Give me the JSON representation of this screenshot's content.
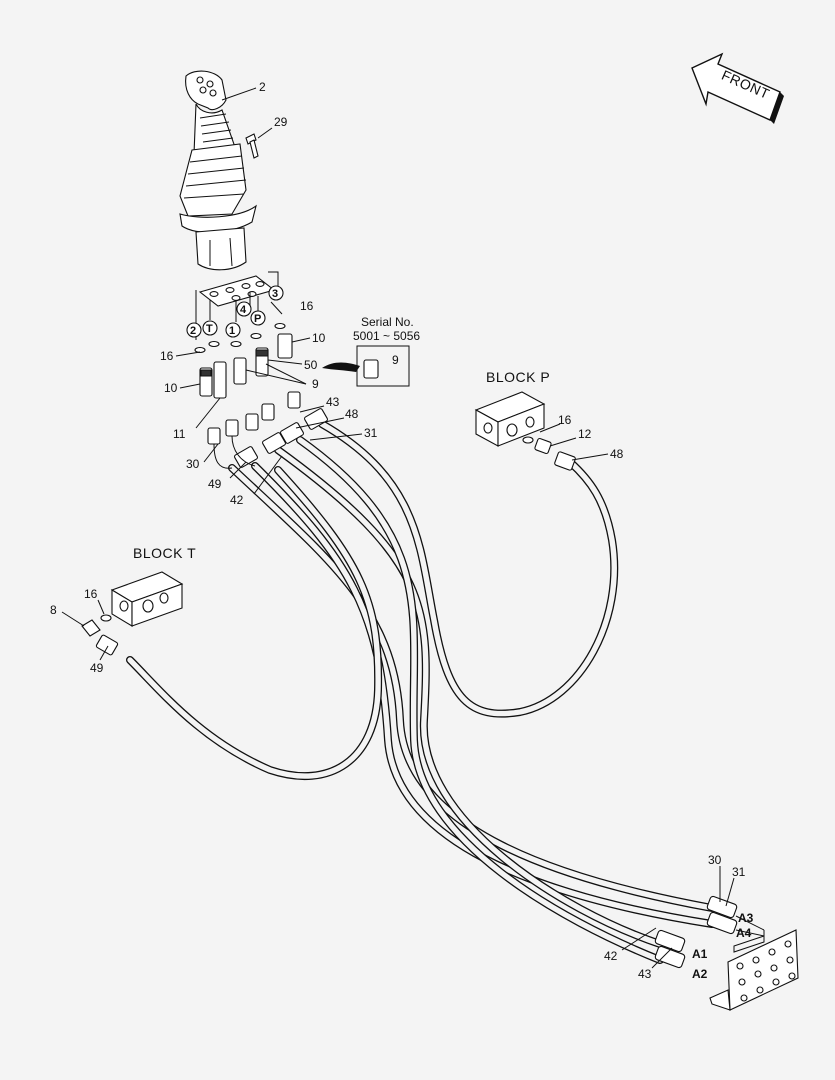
{
  "front_label": "FRONT",
  "blocks": {
    "block_p": "BLOCK  P",
    "block_t": "BLOCK  T"
  },
  "serial": {
    "line1": "Serial No.",
    "line2": "5001 ~ 5056",
    "part": "9"
  },
  "ports": [
    "2",
    "T",
    "1",
    "4",
    "P",
    "3"
  ],
  "outlets": [
    "A3",
    "A4",
    "A1",
    "A2"
  ],
  "callouts": {
    "c2": "2",
    "c29": "29",
    "c16a": "16",
    "c10a": "10",
    "c50": "50",
    "c16b": "16",
    "c10b": "10",
    "c9": "9",
    "c11": "11",
    "c43a": "43",
    "c48a": "48",
    "c31a": "31",
    "c30a": "30",
    "c49a": "49",
    "c42a": "42",
    "c16c": "16",
    "c12": "12",
    "c48b": "48",
    "c16d": "16",
    "c8": "8",
    "c49b": "49",
    "c30b": "30",
    "c31b": "31",
    "c42b": "42",
    "c43b": "43"
  }
}
